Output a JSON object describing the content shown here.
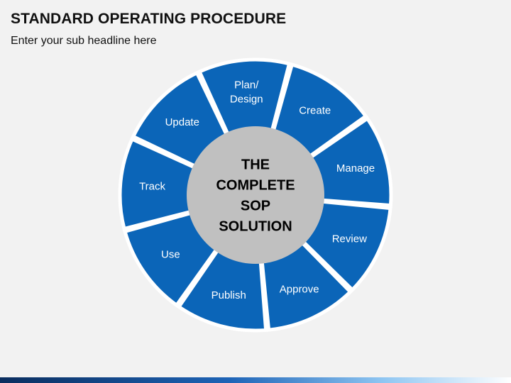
{
  "header": {
    "title": "STANDARD OPERATING PROCEDURE",
    "subtitle": "Enter your sub headline here"
  },
  "diagram": {
    "center": {
      "lines": [
        "THE",
        "COMPLETE",
        "SOP",
        "SOLUTION"
      ]
    },
    "segments": [
      {
        "label_lines": [
          "Plan/",
          "Design"
        ]
      },
      {
        "label_lines": [
          "Create"
        ]
      },
      {
        "label_lines": [
          "Manage"
        ]
      },
      {
        "label_lines": [
          "Review"
        ]
      },
      {
        "label_lines": [
          "Approve"
        ]
      },
      {
        "label_lines": [
          "Publish"
        ]
      },
      {
        "label_lines": [
          "Use"
        ]
      },
      {
        "label_lines": [
          "Track"
        ]
      },
      {
        "label_lines": [
          "Update"
        ]
      }
    ]
  },
  "colors": {
    "segment_fill": "#0b65b8",
    "segment_border": "#ffffff",
    "center_fill": "#c0c0c0",
    "background": "#f2f2f2"
  }
}
